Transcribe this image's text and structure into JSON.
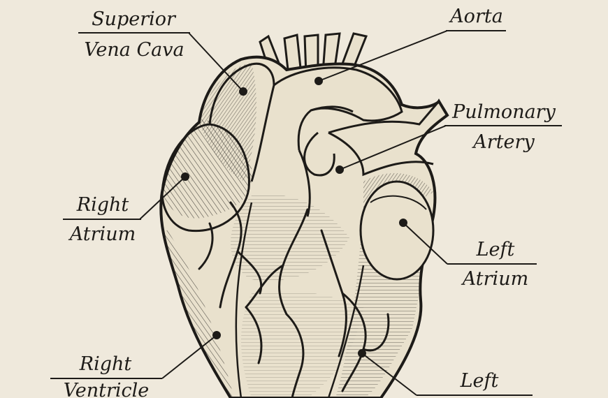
{
  "labels": {
    "superior_vena_cava": {
      "line1": "Superior",
      "line2": "Vena Cava"
    },
    "aorta": {
      "line1": "Aorta"
    },
    "pulmonary_artery": {
      "line1": "Pulmonary",
      "line2": "Artery"
    },
    "right_atrium": {
      "line1": "Right",
      "line2": "Atrium"
    },
    "left_atrium": {
      "line1": "Left",
      "line2": "Atrium"
    },
    "right_ventricle": {
      "line1": "Right",
      "line2": "Ventricle"
    },
    "left_ventricle": {
      "line1": "Left"
    }
  },
  "colors": {
    "background": "#efe9dc",
    "ink": "#1d1b18",
    "paper": "#e9e1cd"
  }
}
